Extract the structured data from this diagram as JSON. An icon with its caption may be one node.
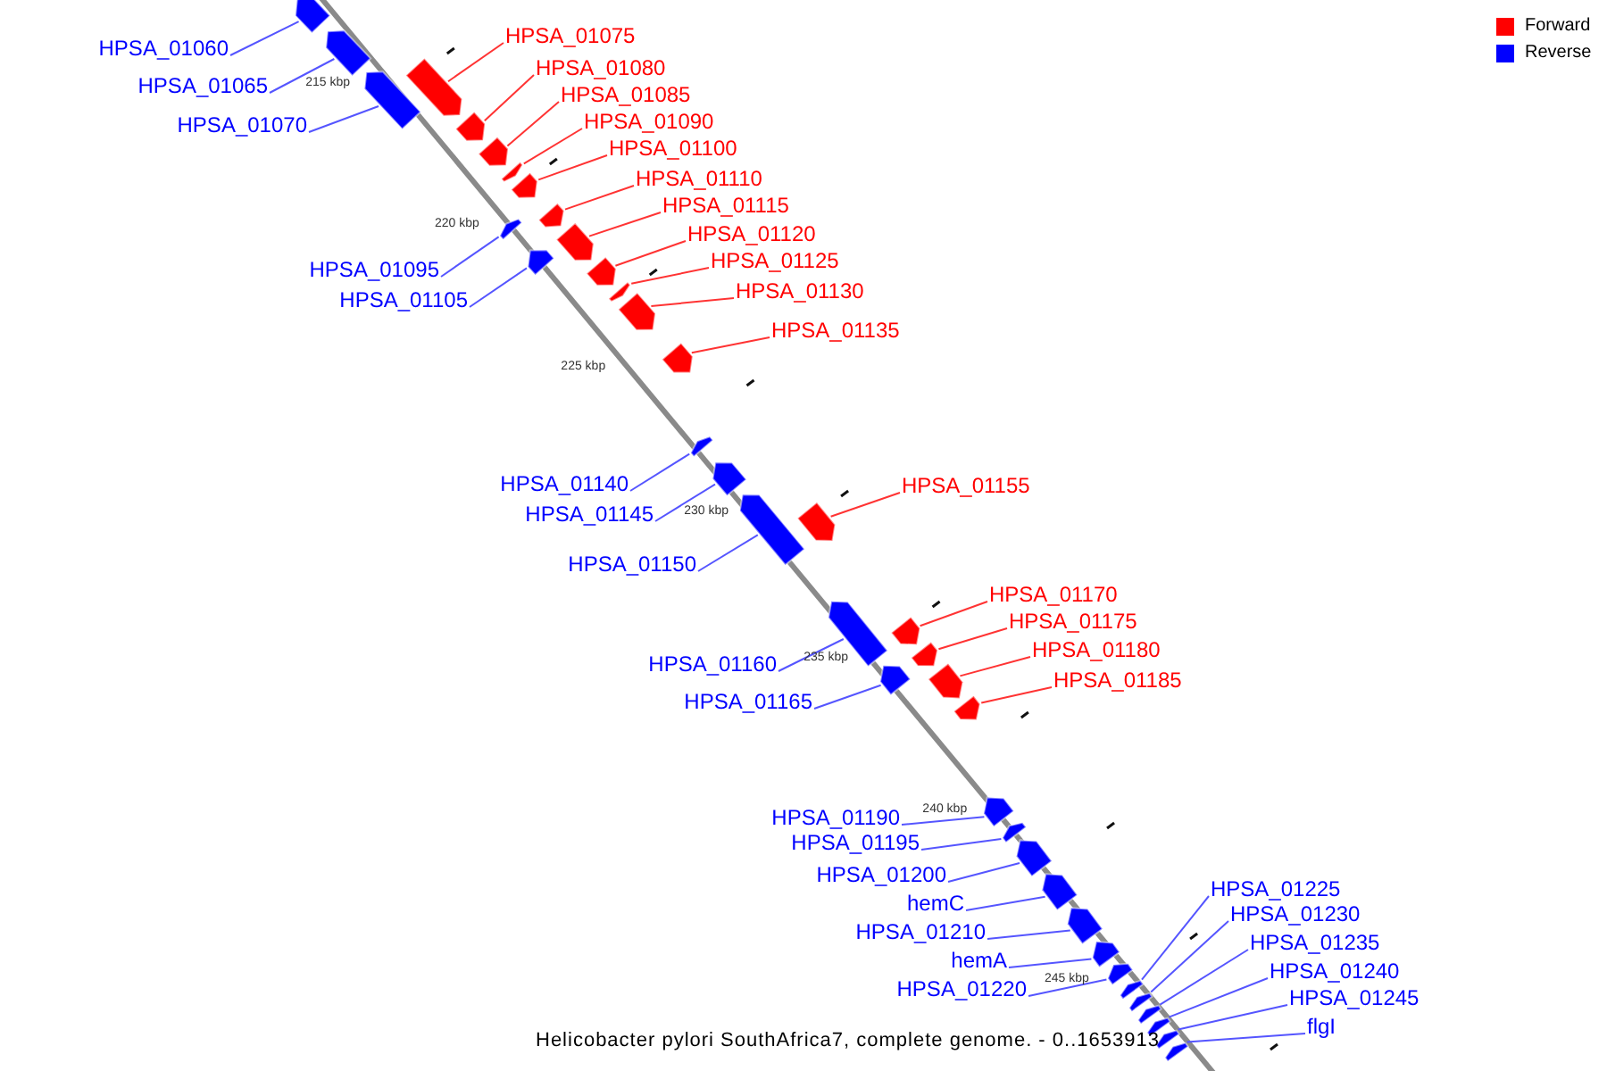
{
  "diagram": {
    "caption": "Helicobacter pylori SouthAfrica7, complete genome. - 0..1653913",
    "nodes": [
      {
        "text": [
          "HPSA_01075"
        ]
      },
      {
        "text": [
          "HPSA_01060"
        ]
      },
      {
        "text": [
          "HPSA_01080"
        ]
      },
      {
        "text": [
          "HPSA_01065"
        ]
      },
      {
        "text": [
          "HPSA_01085"
        ]
      },
      {
        "text": [
          "HPSA_01090"
        ]
      },
      {
        "text": [
          "HPSA_01070"
        ]
      },
      {
        "text": [
          "HPSA_01100"
        ]
      },
      {
        "text": [
          "HPSA_01110"
        ]
      },
      {
        "text": [
          "HPSA_01115"
        ]
      },
      {
        "text": [
          "HPSA_01120"
        ]
      },
      {
        "text": [
          "HPSA_01125"
        ]
      },
      {
        "text": [
          "HPSA_01095"
        ]
      },
      {
        "text": [
          "HPSA_01130"
        ]
      },
      {
        "text": [
          "HPSA_01105"
        ]
      },
      {
        "text": [
          "HPSA_01135"
        ]
      },
      {
        "text": [
          "HPSA_01140"
        ]
      },
      {
        "text": [
          "HPSA_01155"
        ]
      },
      {
        "text": [
          "HPSA_01145"
        ]
      },
      {
        "text": [
          "HPSA_01150"
        ]
      },
      {
        "text": [
          "HPSA_01170"
        ]
      },
      {
        "text": [
          "HPSA_01175"
        ]
      },
      {
        "text": [
          "HPSA_01180"
        ]
      },
      {
        "text": [
          "HPSA_01160"
        ]
      },
      {
        "text": [
          "HPSA_01185"
        ]
      },
      {
        "text": [
          "HPSA_01165"
        ]
      },
      {
        "text": [
          "HPSA_01190"
        ]
      },
      {
        "text": [
          "HPSA_01195"
        ]
      },
      {
        "text": [
          "HPSA_01200"
        ]
      },
      {
        "text": [
          "HPSA_01225"
        ]
      },
      {
        "text": [
          "hemC"
        ]
      },
      {
        "text": [
          "HPSA_01230"
        ]
      },
      {
        "text": [
          "HPSA_01210"
        ]
      },
      {
        "text": [
          "HPSA_01235"
        ]
      },
      {
        "text": [
          "hemA"
        ]
      },
      {
        "text": [
          "HPSA_01240"
        ]
      },
      {
        "text": [
          "HPSA_01220"
        ]
      },
      {
        "text": [
          "HPSA_01245"
        ]
      },
      {
        "text": [
          "flgI"
        ]
      },
      {
        "text": [],
        "shape": "bar"
      },
      {
        "text": [],
        "shape": "bar"
      },
      {
        "text": [],
        "shape": "bar"
      },
      {
        "text": [],
        "shape": "bar"
      },
      {
        "text": [],
        "shape": "bar"
      },
      {
        "text": [],
        "shape": "bar"
      },
      {
        "text": [],
        "shape": "bar"
      },
      {
        "text": [],
        "shape": "bar"
      },
      {
        "text": [],
        "shape": "bar"
      },
      {
        "text": [],
        "shape": "bar"
      },
      {
        "text": [],
        "shape": "bar"
      },
      {
        "text": [],
        "shape": "bar"
      },
      {
        "text": [],
        "shape": "bar"
      },
      {
        "text": [],
        "shape": "bar"
      },
      {
        "text": [],
        "shape": "bar"
      },
      {
        "text": [],
        "shape": "bar"
      },
      {
        "text": [],
        "shape": "bar"
      },
      {
        "text": [],
        "shape": "bar"
      },
      {
        "text": [],
        "shape": "bar"
      },
      {
        "text": [],
        "shape": "bar"
      },
      {
        "text": [],
        "shape": "bar"
      },
      {
        "text": [],
        "shape": "bar"
      },
      {
        "text": [],
        "shape": "bar"
      },
      {
        "text": [],
        "shape": "bar"
      },
      {
        "text": [],
        "shape": "bar"
      },
      {
        "text": [],
        "shape": "bar"
      },
      {
        "text": [],
        "shape": "bar"
      },
      {
        "text": [],
        "shape": "bar"
      },
      {
        "text": [],
        "shape": "bar"
      },
      {
        "text": [],
        "shape": "bar"
      },
      {
        "text": [],
        "shape": "bar"
      },
      {
        "text": [],
        "shape": "bar"
      },
      {
        "text": [],
        "shape": "bar"
      },
      {
        "text": [],
        "shape": "bar"
      },
      {
        "text": [],
        "shape": "bar"
      },
      {
        "text": [],
        "shape": "bar"
      },
      {
        "text": [],
        "shape": "bar"
      },
      {
        "text": [],
        "shape": "bar"
      },
      {
        "text": [],
        "shape": "bar"
      }
    ],
    "edges": [
      {
        "from": 0,
        "to": 39,
        "arrow": "none",
        "color": "#ff3333"
      },
      {
        "from": 1,
        "to": 40,
        "arrow": "none"
      },
      {
        "from": 2,
        "to": 41,
        "arrow": "none",
        "color": "#ff3333"
      },
      {
        "from": 3,
        "to": 42,
        "arrow": "none"
      },
      {
        "from": 4,
        "to": 43,
        "arrow": "none",
        "color": "#ff3333"
      },
      {
        "from": 5,
        "to": 44,
        "arrow": "none",
        "color": "#ff3333"
      },
      {
        "from": 6,
        "to": 45,
        "arrow": "none"
      },
      {
        "from": 7,
        "to": 46,
        "arrow": "none",
        "color": "#ff3333"
      },
      {
        "from": 8,
        "to": 47,
        "arrow": "none",
        "color": "#ff3333"
      },
      {
        "from": 9,
        "to": 48,
        "arrow": "none",
        "color": "#ff3333"
      },
      {
        "from": 10,
        "to": 49,
        "arrow": "none",
        "color": "#ff3333"
      },
      {
        "from": 11,
        "to": 50,
        "arrow": "none",
        "color": "#ff3333"
      },
      {
        "from": 12,
        "to": 51,
        "arrow": "none"
      },
      {
        "from": 13,
        "to": 52,
        "arrow": "none",
        "color": "#ff3333"
      },
      {
        "from": 14,
        "to": 53,
        "arrow": "none"
      },
      {
        "from": 15,
        "to": 54,
        "arrow": "none",
        "color": "#ff3333"
      },
      {
        "from": 16,
        "to": 55,
        "arrow": "none"
      },
      {
        "from": 17,
        "to": 56,
        "arrow": "none",
        "color": "#ff3333"
      },
      {
        "from": 18,
        "to": 57,
        "arrow": "none"
      },
      {
        "from": 19,
        "to": 58,
        "arrow": "none"
      },
      {
        "from": 20,
        "to": 59,
        "arrow": "none",
        "color": "#ff3333"
      },
      {
        "from": 21,
        "to": 60,
        "arrow": "none",
        "color": "#ff3333"
      },
      {
        "from": 22,
        "to": 61,
        "arrow": "none",
        "color": "#ff3333"
      },
      {
        "from": 23,
        "to": 62,
        "arrow": "none"
      },
      {
        "from": 24,
        "to": 63,
        "arrow": "none",
        "color": "#ff3333"
      },
      {
        "from": 25,
        "to": 64,
        "arrow": "none"
      },
      {
        "from": 26,
        "to": 65,
        "arrow": "none"
      },
      {
        "from": 27,
        "to": 66,
        "arrow": "none"
      },
      {
        "from": 28,
        "to": 67,
        "arrow": "none"
      },
      {
        "from": 29,
        "to": 68,
        "arrow": "none"
      },
      {
        "from": 30,
        "to": 69,
        "arrow": "none"
      },
      {
        "from": 31,
        "to": 70,
        "arrow": "none"
      },
      {
        "from": 32,
        "to": 71,
        "arrow": "none"
      },
      {
        "from": 33,
        "to": 72,
        "arrow": "none"
      },
      {
        "from": 34,
        "to": 73,
        "arrow": "none"
      },
      {
        "from": 35,
        "to": 74,
        "arrow": "none"
      },
      {
        "from": 36,
        "to": 75,
        "arrow": "none"
      },
      {
        "from": 37,
        "to": 76,
        "arrow": "none"
      },
      {
        "from": 38,
        "to": 77,
        "arrow": "none"
      }
    ],
    "labels": [
      "215 kbp",
      "220 kbp",
      "225 kbp",
      "230 kbp",
      "235 kbp",
      "240 kbp",
      "245 kbp"
    ],
    "legend": [
      {
        "text": "Forward",
        "color": "#ff0000"
      },
      {
        "text": "Reverse",
        "color": "#0000ff"
      }
    ]
  }
}
